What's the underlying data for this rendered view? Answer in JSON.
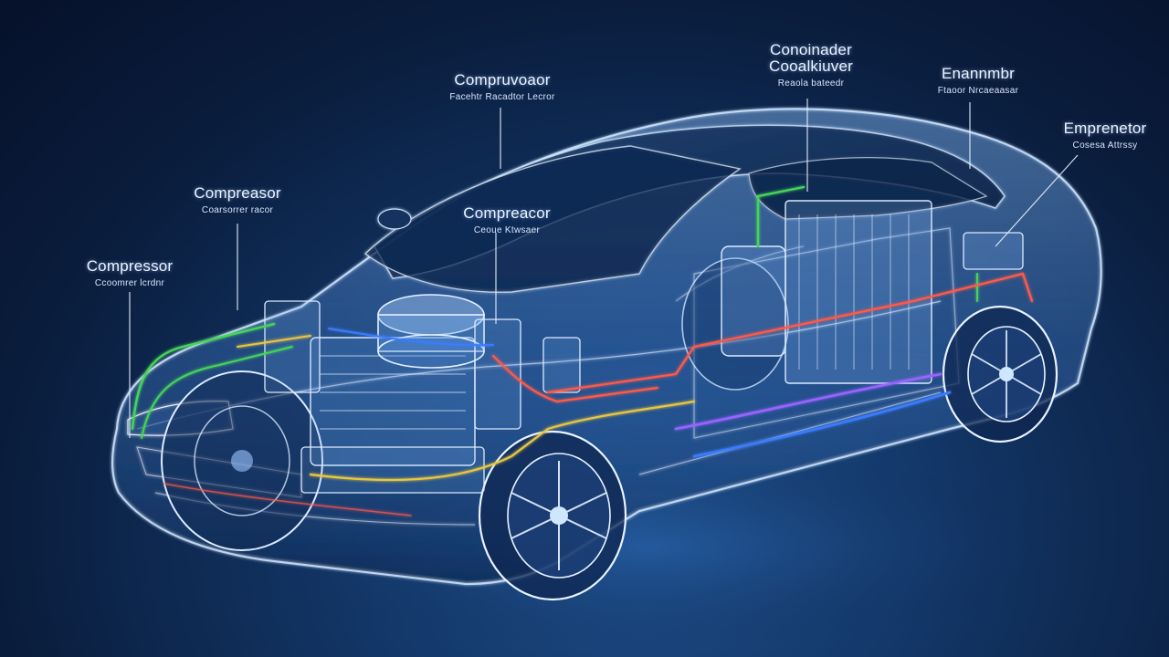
{
  "callouts": [
    {
      "id": "c1",
      "title": "Compressor",
      "sub": "Ccoomrer lcrdnr"
    },
    {
      "id": "c2",
      "title": "Compreasor",
      "sub": "Coarsorrer racor"
    },
    {
      "id": "c3",
      "title": "Compruvoaor",
      "sub": "Facehtr Racadtor Lecror"
    },
    {
      "id": "c4",
      "title": "Compreacor",
      "sub": "Ceoue Ktwsaer"
    },
    {
      "id": "c5",
      "title": "Conoinader",
      "title2": "Cooalkiuver",
      "sub": "Reaola bateedr"
    },
    {
      "id": "c6",
      "title": "Enannmbr",
      "sub": "Ftaoor Nrcaeaasar"
    },
    {
      "id": "c7",
      "title": "Emprenetor",
      "sub": "Cosesa Attrssy"
    }
  ],
  "colors": {
    "background": "#0a1d3d",
    "body_outline": "#cfe6ff",
    "line_green": "#46d45a",
    "line_yellow": "#e8c640",
    "line_red": "#ff5a4a",
    "line_purple": "#9a63ff",
    "line_blue": "#3a7bff"
  }
}
